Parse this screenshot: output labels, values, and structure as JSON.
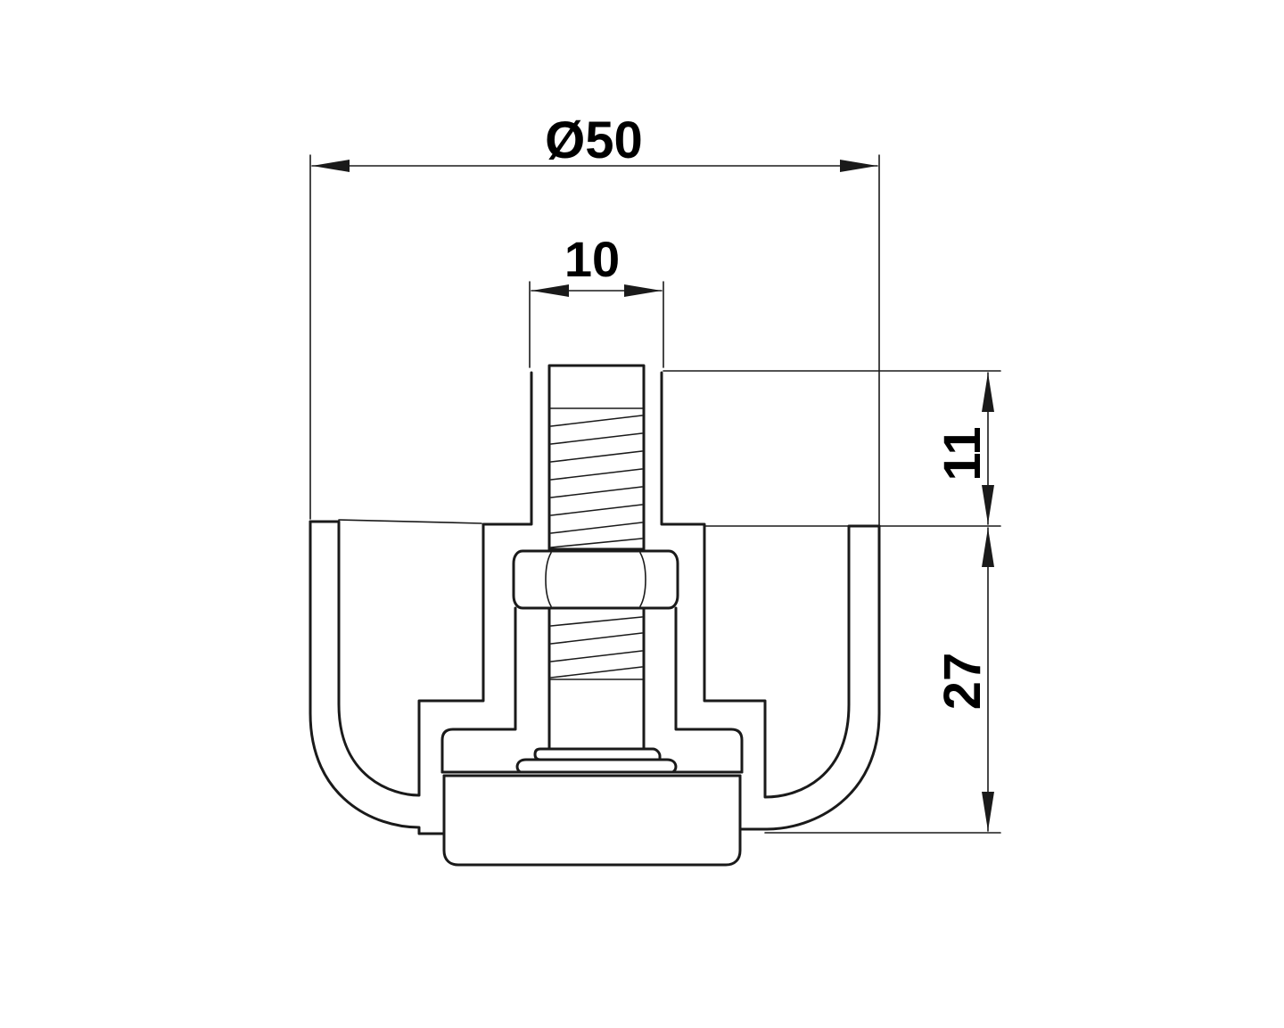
{
  "dimensions": {
    "diameter_label": "Ø50",
    "thread_diameter_label": "10",
    "thread_height_label": "11",
    "body_height_label": "27"
  }
}
